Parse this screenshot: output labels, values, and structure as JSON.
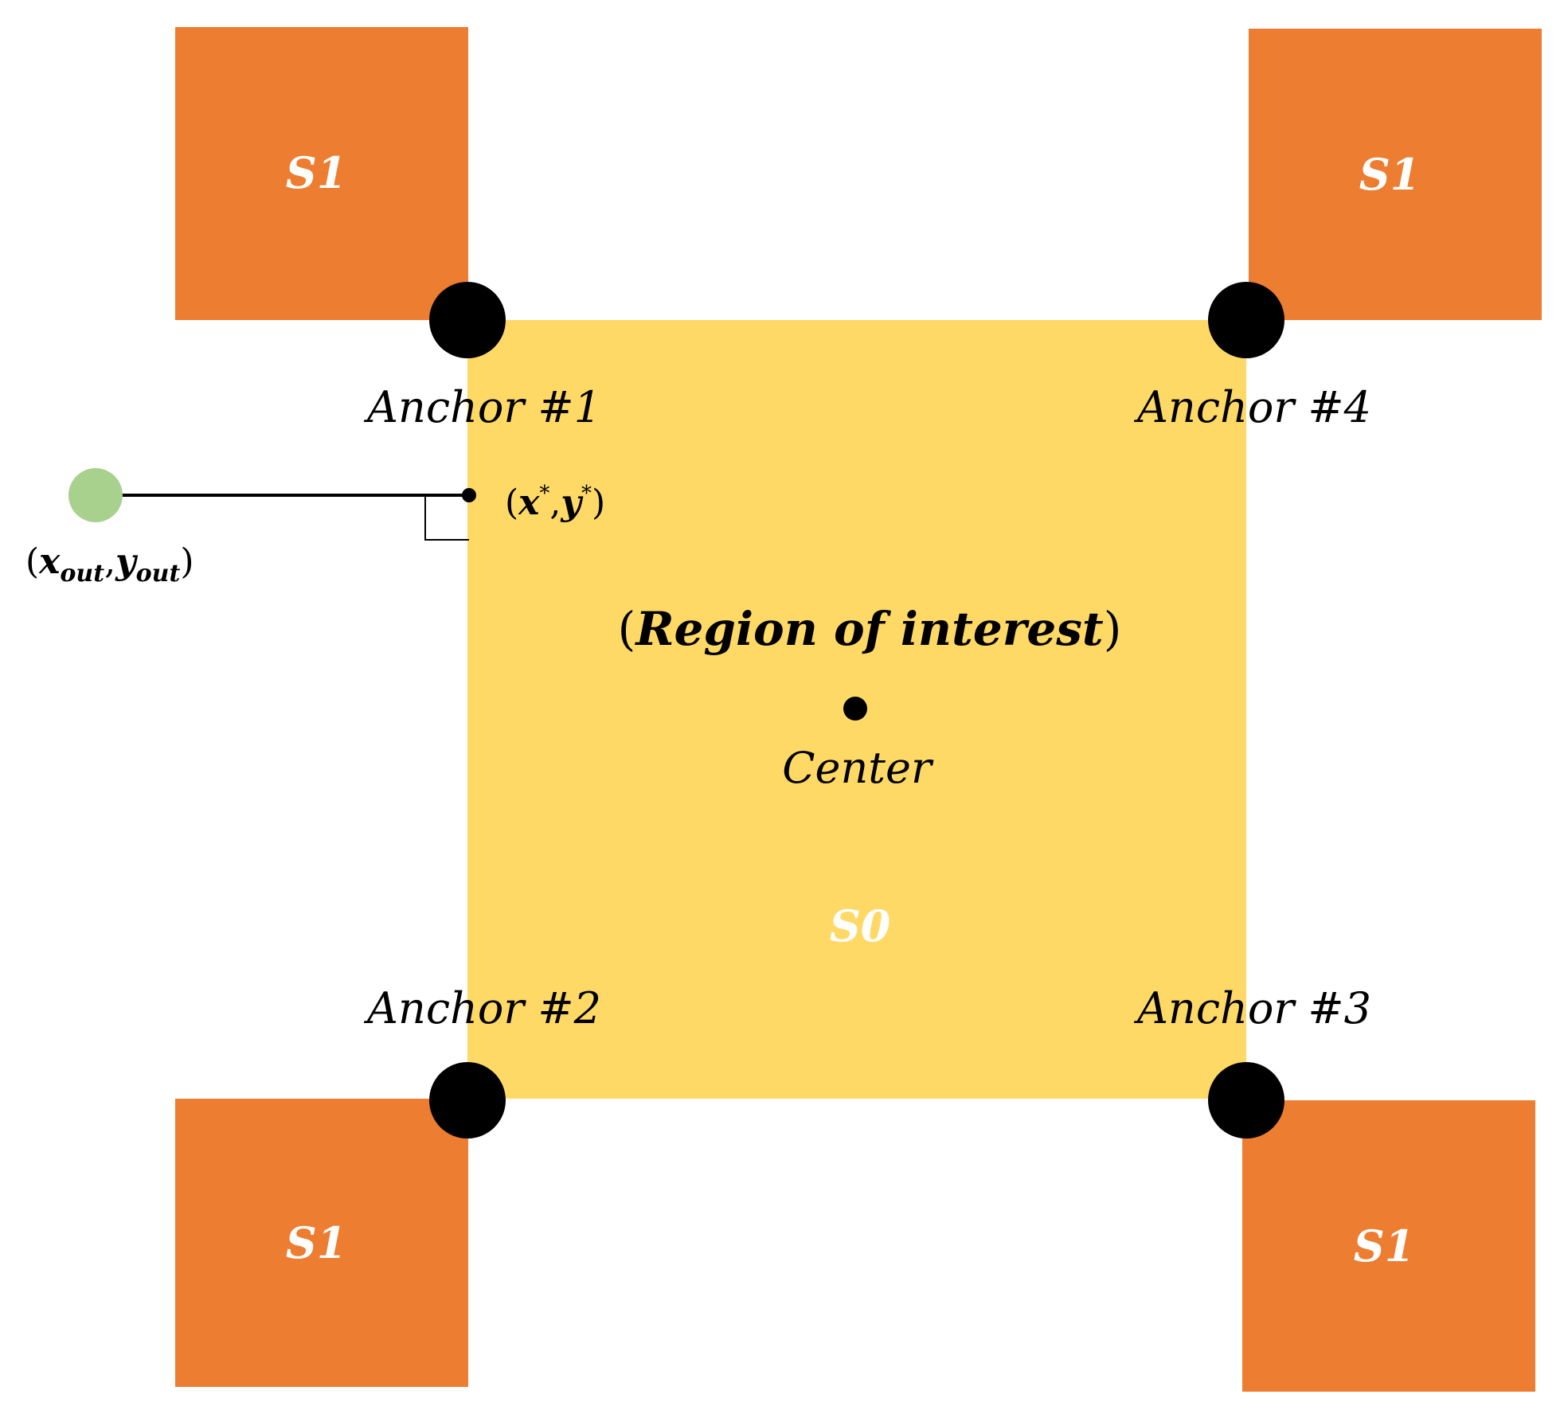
{
  "colors": {
    "region_s0": "#FFD966",
    "region_s1": "#ED7D31",
    "zone_label_text": "#FFFFFF",
    "anchor_dot": "#000000",
    "outside_point": "#A9D18E",
    "line": "#000000",
    "text": "#000000"
  },
  "labels": {
    "s1": "S1",
    "s0": "S0",
    "anchor_1": "Anchor #1",
    "anchor_2": "Anchor #2",
    "anchor_3": "Anchor #3",
    "anchor_4": "Anchor #4",
    "region_title_open": "(",
    "region_title_text": "Region of interest",
    "region_title_close": ")",
    "center": "Center"
  },
  "projection": {
    "star_point": {
      "open": "(",
      "x": "x",
      "x_sup": "*",
      "comma": ",",
      "y": "y",
      "y_sup": "*",
      "close": ")"
    },
    "outside_point": {
      "open": "(",
      "x": "x",
      "x_sub": "out",
      "comma": ",",
      "y": "y",
      "y_sub": "out",
      "close": ")"
    }
  }
}
